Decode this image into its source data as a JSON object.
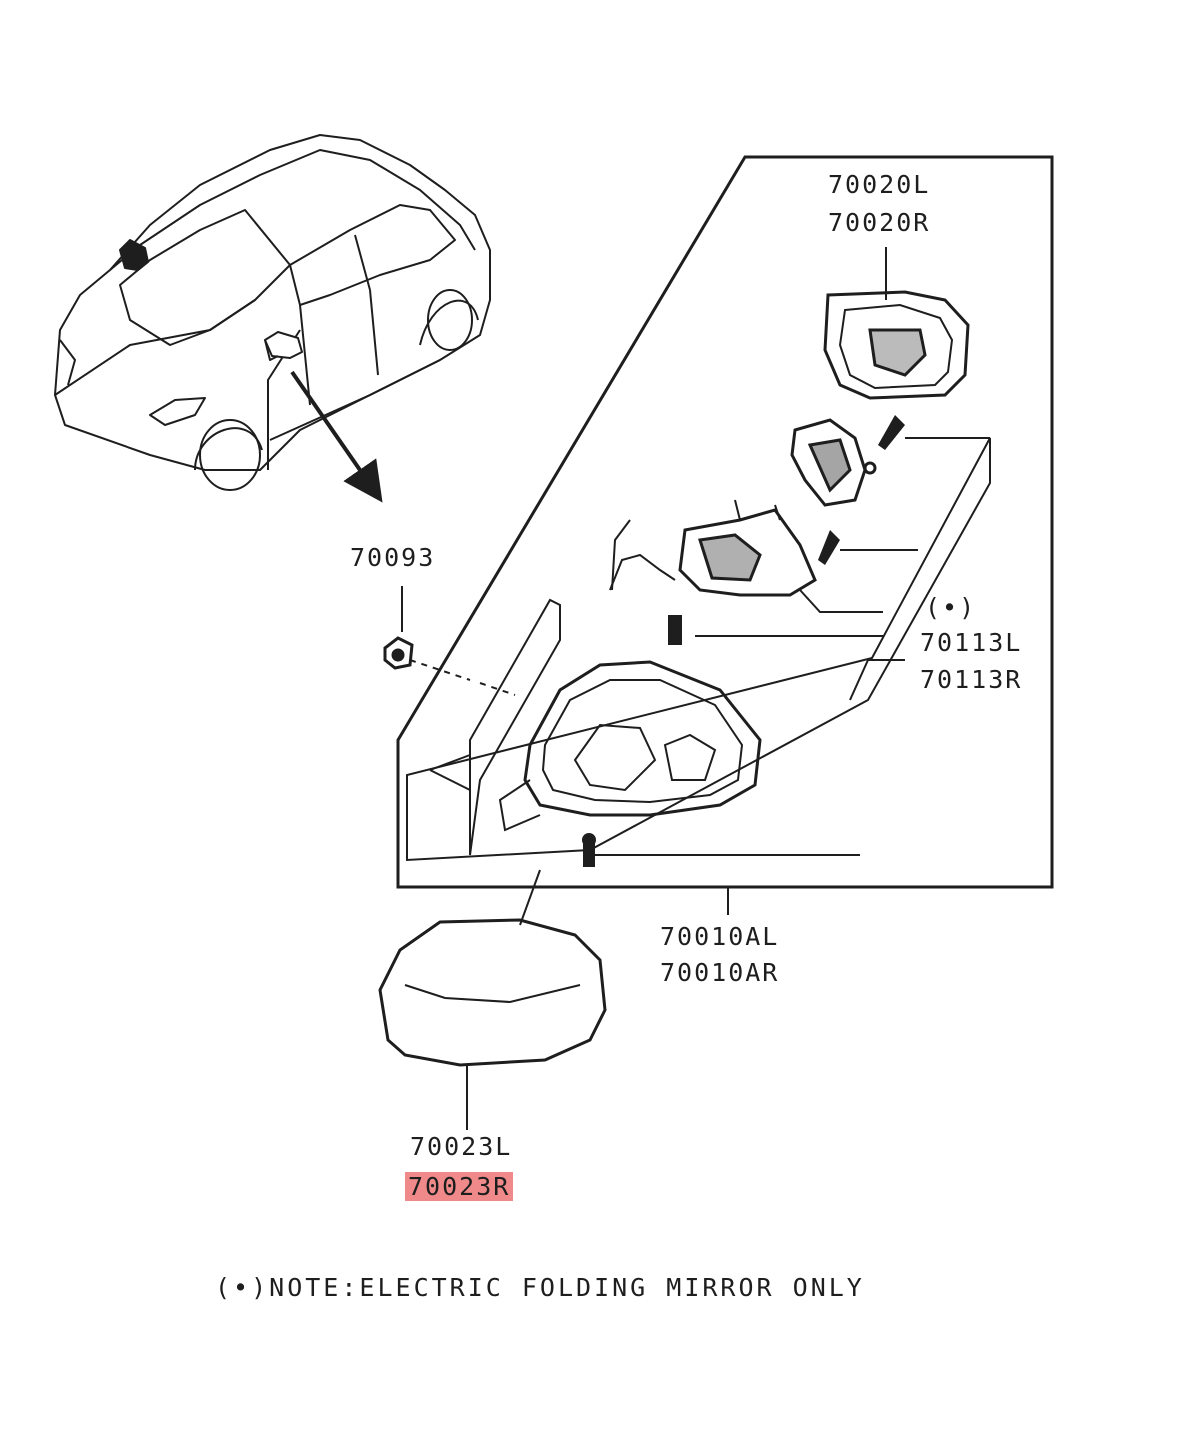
{
  "labels": {
    "mirror_glass_l": "70020L",
    "mirror_glass_r": "70020R",
    "nut": "70093",
    "motor_marker": "(•)",
    "motor_l": "70113L",
    "motor_r": "70113R",
    "mirror_assy_l": "70010AL",
    "mirror_assy_r": "70010AR",
    "cover_l": "70023L",
    "cover_r": "70023R"
  },
  "note": "(•)NOTE:ELECTRIC FOLDING MIRROR ONLY",
  "colors": {
    "ink": "#1e1e1e",
    "highlight": "#f08a8a"
  }
}
